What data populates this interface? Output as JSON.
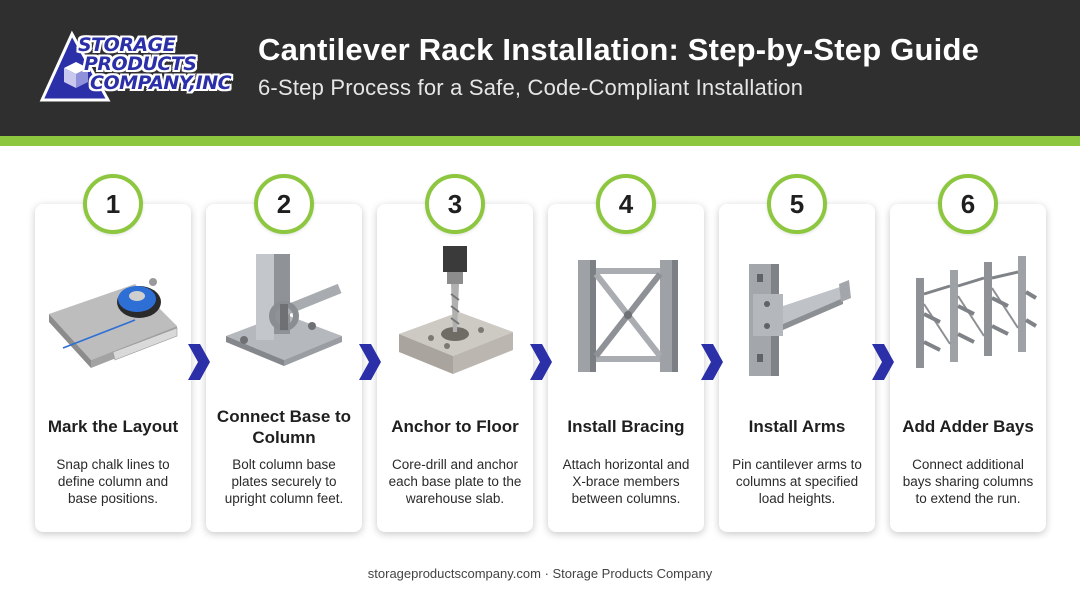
{
  "header": {
    "logo_lines": [
      "STORAGE",
      "PRODUCTS",
      "COMPANY,INC"
    ],
    "title": "Cantilever Rack Installation: Step-by-Step Guide",
    "subtitle": "6-Step Process for a Safe, Code-Compliant Installation"
  },
  "colors": {
    "header_bg": "#2f2f2f",
    "accent": "#8dc63f",
    "arrow": "#2b2fa8",
    "logo": "#2b2fa8"
  },
  "steps": [
    {
      "number": "1",
      "title": "Mark the Layout",
      "description": "Snap chalk lines to define column and base positions.",
      "icon": "chalk-line-icon"
    },
    {
      "number": "2",
      "title": "Connect Base to Column",
      "description": "Bolt column base plates securely to upright column feet.",
      "icon": "wrench-base-plate-icon"
    },
    {
      "number": "3",
      "title": "Anchor to Floor",
      "description": "Core-drill and anchor each base plate to the warehouse slab.",
      "icon": "drill-anchor-icon"
    },
    {
      "number": "4",
      "title": "Install Bracing",
      "description": "Attach horizontal and X-brace members between columns.",
      "icon": "x-bracing-icon"
    },
    {
      "number": "5",
      "title": "Install Arms",
      "description": "Pin cantilever arms to columns at specified load heights.",
      "icon": "cantilever-arm-icon"
    },
    {
      "number": "6",
      "title": "Add Adder Bays",
      "description": "Connect additional bays sharing columns to extend the run.",
      "icon": "adder-bay-icon"
    }
  ],
  "footer": "storageproductscompany.com · Storage Products Company"
}
